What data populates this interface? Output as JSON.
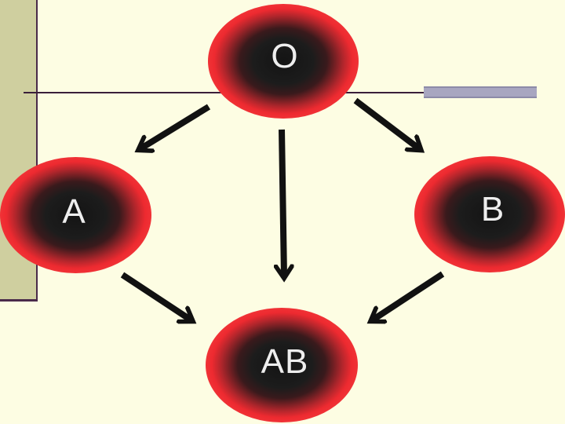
{
  "diagram": {
    "nodes": {
      "o": {
        "label": "O"
      },
      "a": {
        "label": "A"
      },
      "b": {
        "label": "B"
      },
      "ab": {
        "label": "AB"
      }
    },
    "edges": [
      {
        "from": "O",
        "to": "A"
      },
      {
        "from": "O",
        "to": "AB"
      },
      {
        "from": "O",
        "to": "B"
      },
      {
        "from": "A",
        "to": "AB"
      },
      {
        "from": "B",
        "to": "AB"
      }
    ]
  },
  "colors": {
    "background": "#fdfde3",
    "cell_rim": "#ee2a30",
    "cell_core": "#141414",
    "arrow": "#111111",
    "side_bar": "#cfcf9f",
    "accent_box": "#a8a6c0"
  }
}
